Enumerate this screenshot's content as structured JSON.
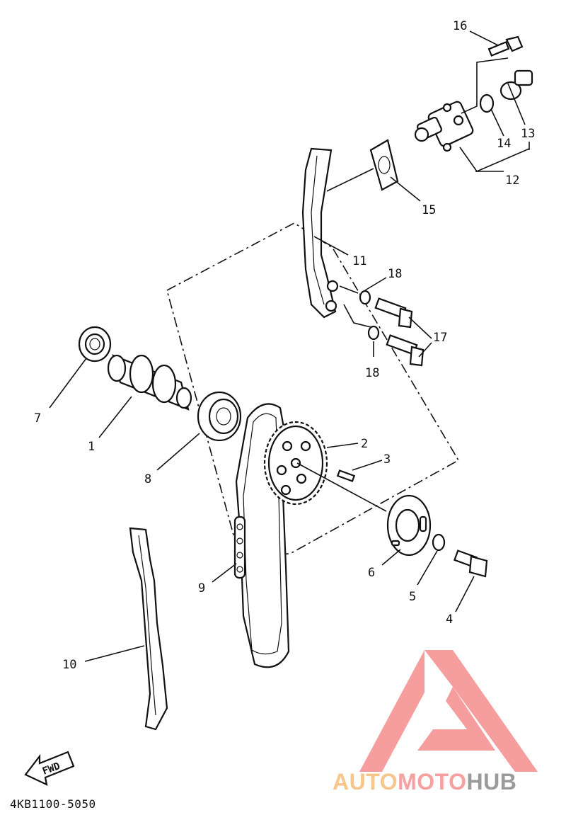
{
  "diagram": {
    "part_labels": [
      {
        "id": "1",
        "text": "1"
      },
      {
        "id": "2",
        "text": "2"
      },
      {
        "id": "3",
        "text": "3"
      },
      {
        "id": "4",
        "text": "4"
      },
      {
        "id": "5",
        "text": "5"
      },
      {
        "id": "6",
        "text": "6"
      },
      {
        "id": "7",
        "text": "7"
      },
      {
        "id": "8",
        "text": "8"
      },
      {
        "id": "9",
        "text": "9"
      },
      {
        "id": "10",
        "text": "10"
      },
      {
        "id": "11",
        "text": "11"
      },
      {
        "id": "12",
        "text": "12"
      },
      {
        "id": "13",
        "text": "13"
      },
      {
        "id": "14",
        "text": "14"
      },
      {
        "id": "15",
        "text": "15"
      },
      {
        "id": "16",
        "text": "16"
      },
      {
        "id": "17",
        "text": "17"
      },
      {
        "id": "18a",
        "text": "18"
      },
      {
        "id": "18b",
        "text": "18"
      }
    ],
    "fwd_arrow": {
      "text": "FWD"
    },
    "diagram_code": "4KB1100-5050"
  },
  "watermark": {
    "part1": "AUTO",
    "part2": "MOTO",
    "part3": "HUB",
    "colors": {
      "auto": "#f7c68a",
      "moto": "#f8a0a0",
      "hub": "#9a9a9a",
      "triangle": "#f58c8c"
    }
  }
}
